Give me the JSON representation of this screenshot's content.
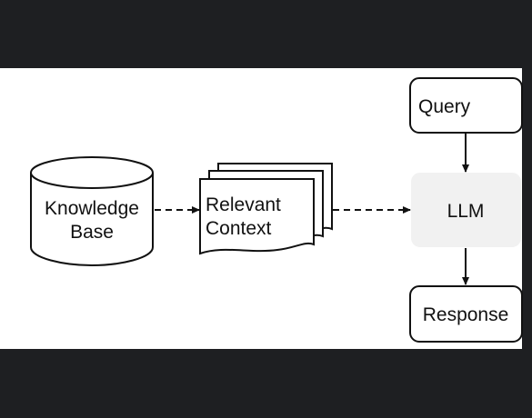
{
  "diagram": {
    "nodes": {
      "knowledge_base": {
        "lines": [
          "Knowledge",
          "Base"
        ]
      },
      "relevant_context": {
        "lines": [
          "Relevant",
          "Context"
        ]
      },
      "query": {
        "label": "Query"
      },
      "llm": {
        "label": "LLM"
      },
      "response": {
        "label": "Response"
      }
    },
    "colors": {
      "background": "#1e1f22",
      "panel": "#ffffff",
      "stroke": "#111111",
      "llm_fill": "#f1f1f1"
    }
  }
}
